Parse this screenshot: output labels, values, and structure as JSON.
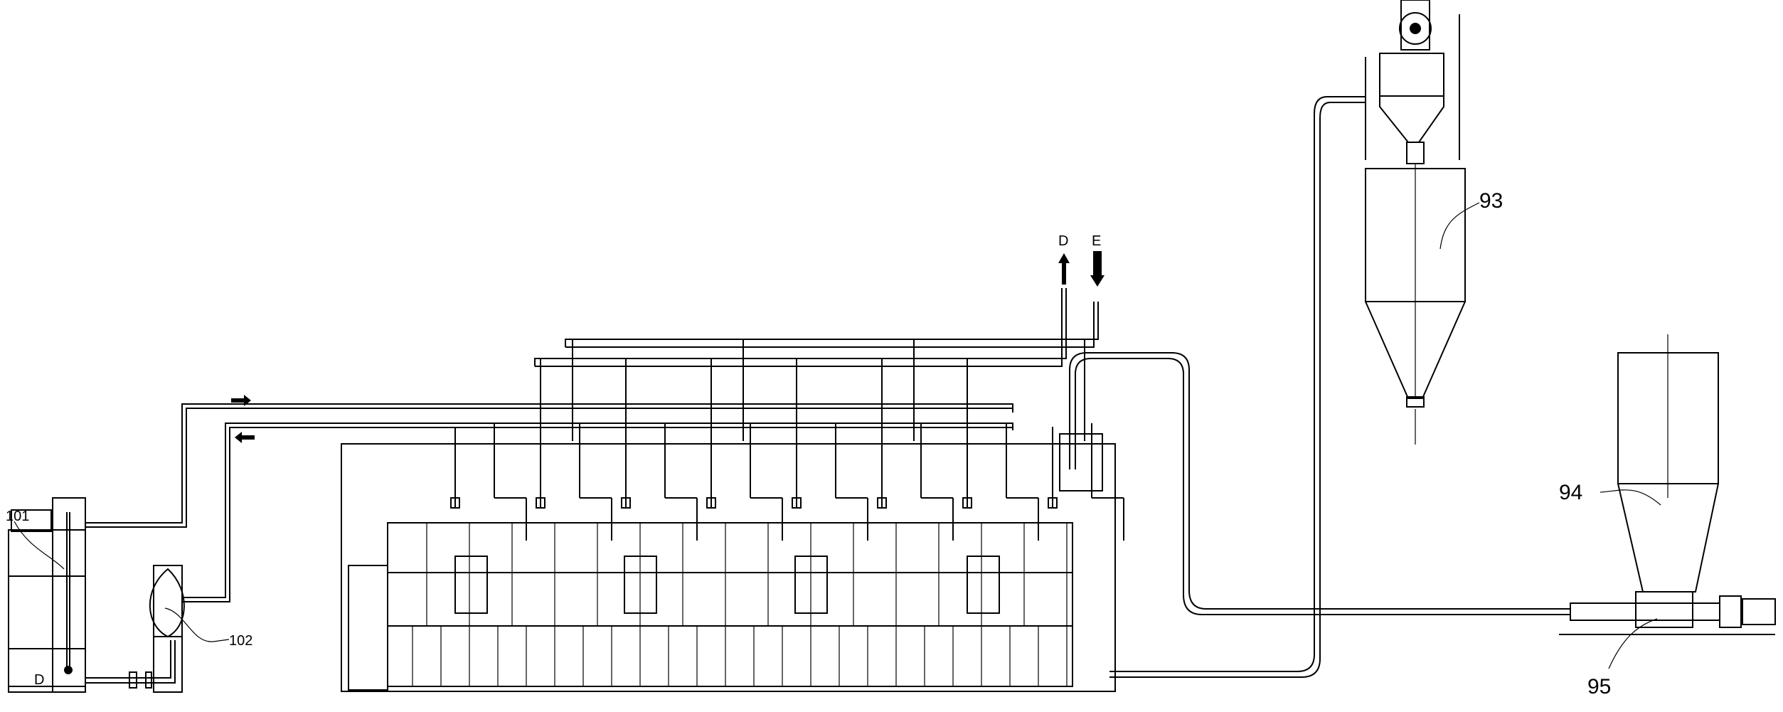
{
  "diagram": {
    "labels": {
      "tank": "101",
      "pump": "102",
      "upper_hopper": "93",
      "lower_hopper": "94",
      "screw_conveyor": "95",
      "outlet": "D",
      "inlet": "E",
      "tank_mark": "D"
    },
    "line_color": "#000000",
    "background": "#ffffff"
  }
}
